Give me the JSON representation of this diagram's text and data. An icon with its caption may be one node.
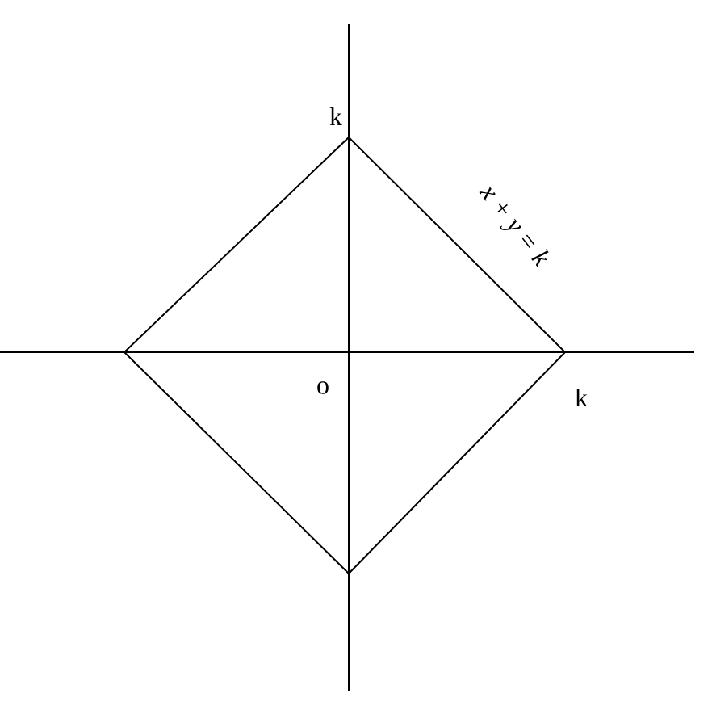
{
  "diagram": {
    "labels": [
      "k",
      "x + y = k",
      "o",
      "k"
    ]
  }
}
